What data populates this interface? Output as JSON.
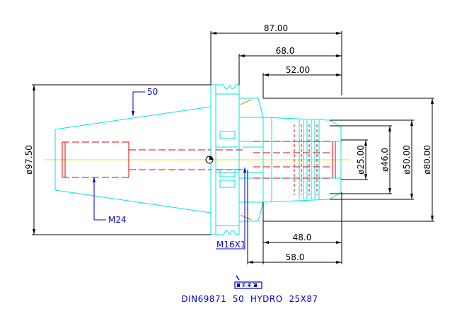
{
  "dimensions": {
    "overall_length": "87.00",
    "length_68": "68.0",
    "length_52": "52.00",
    "length_48": "48.0",
    "length_58": "58.0",
    "dia_97": "ø97.50",
    "dia_25": "ø25.00",
    "dia_46": "ø46.0",
    "dia_50": "ø50.00",
    "dia_80": "ø80.00"
  },
  "callouts": {
    "taper": "50",
    "thread": "M24",
    "screw": "M16X1"
  },
  "logo_text": "iscar",
  "title": "DIN69871  50  HYDRO  25X87",
  "colors": {
    "outline": "#00e5e5",
    "hidden": "#e00000",
    "centerline": "#e6e600",
    "dimension": "#000000",
    "callout": "#0000cc"
  }
}
